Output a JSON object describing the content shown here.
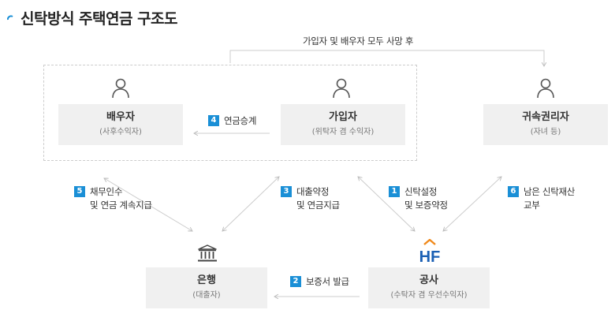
{
  "title": "신탁방식 주택연금 구조도",
  "top_note": "가입자 및 배우자 모두 사망 후",
  "boxes": {
    "spouse": {
      "main": "배우자",
      "sub": "(사후수익자)"
    },
    "subscriber": {
      "main": "가입자",
      "sub": "(위탁자 겸 수익자)"
    },
    "beneficiary": {
      "main": "귀속권리자",
      "sub": "(자녀 등)"
    },
    "bank": {
      "main": "은행",
      "sub": "(대출자)"
    },
    "hf": {
      "main": "공사",
      "sub": "(수탁자 겸 우선수익자)",
      "logo": "HF"
    }
  },
  "steps": [
    {
      "num": "1",
      "text": "신탁설정\n및 보증약정"
    },
    {
      "num": "2",
      "text": "보증서 발급"
    },
    {
      "num": "3",
      "text": "대출약정\n및 연금지급"
    },
    {
      "num": "4",
      "text": "연금승계"
    },
    {
      "num": "5",
      "text": "채무인수\n및 연금 계속지급"
    },
    {
      "num": "6",
      "text": "남은 신탁재산\n교부"
    }
  ],
  "colors": {
    "accent": "#1a8fd6",
    "box": "#f0f0f0",
    "line": "#cccccc",
    "hf_blue": "#1a5fb4",
    "hf_orange": "#f08a1c"
  },
  "icons": {
    "person": "person-icon",
    "bank": "bank-icon",
    "hf_logo": "hf-logo"
  }
}
